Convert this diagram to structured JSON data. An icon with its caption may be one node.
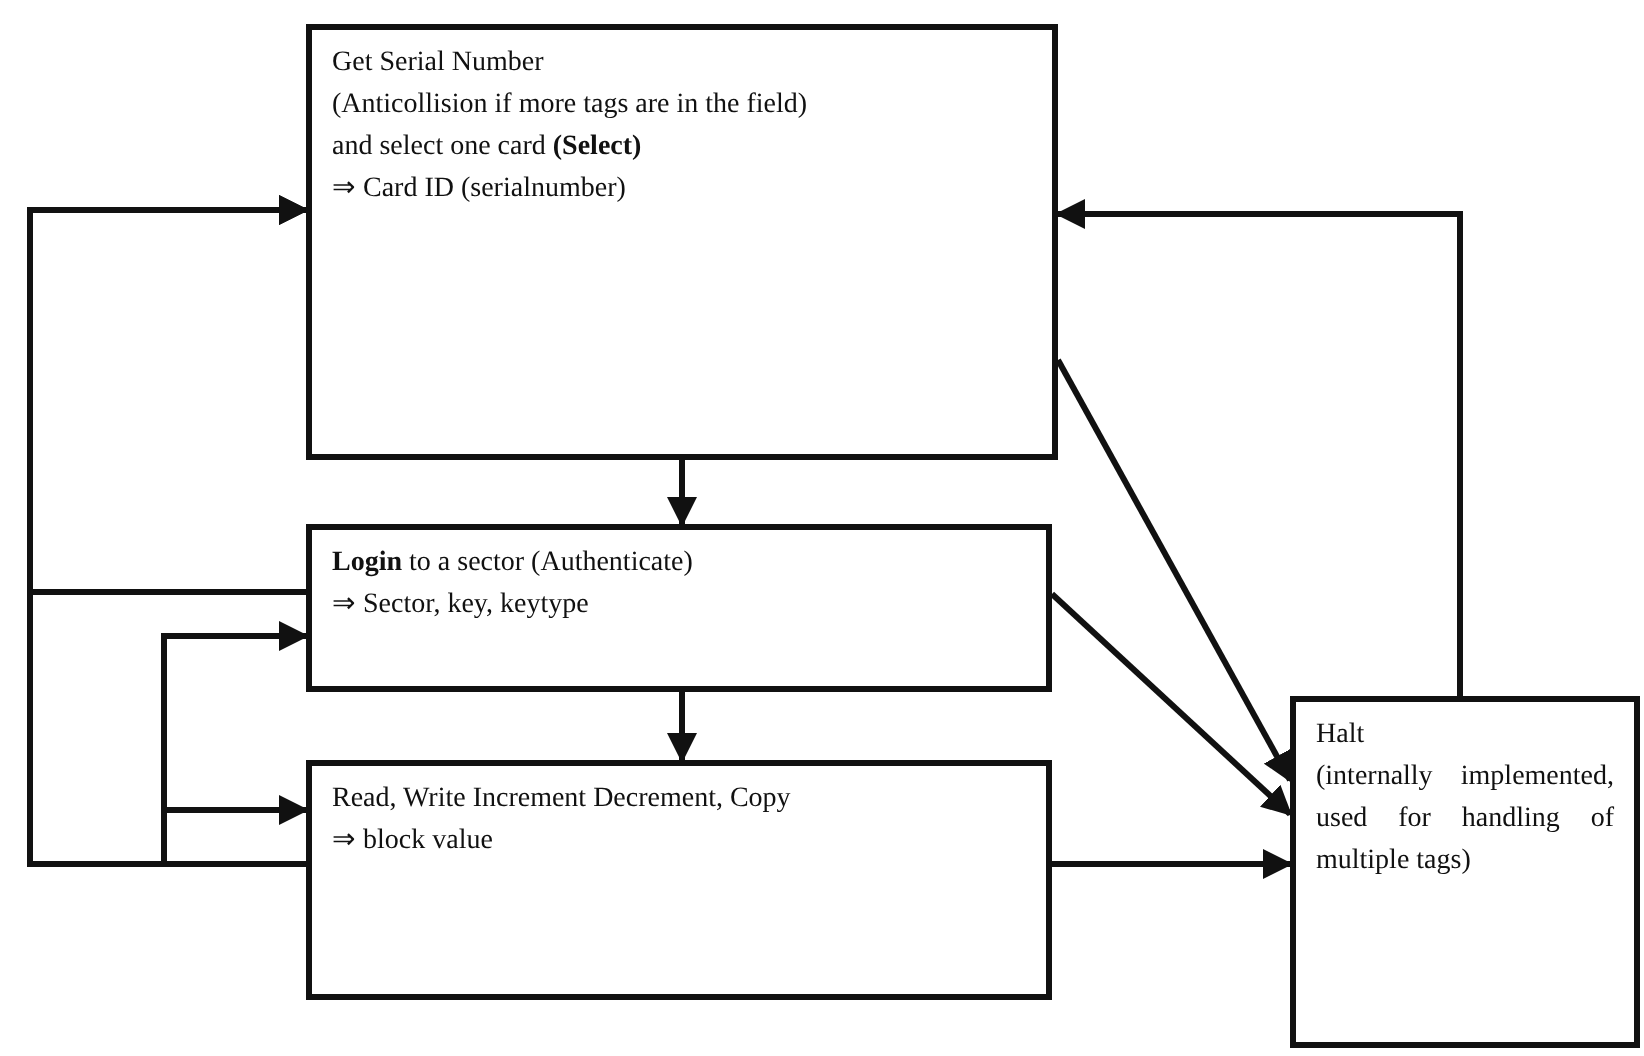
{
  "diagram": {
    "nodes": [
      {
        "text": [
          "Get Serial Number",
          "(Anticollision if more tags are in the field)",
          "and select one card **(Select)**",
          "⇒ Card ID (serialnumber)"
        ]
      },
      {
        "text": [
          "**Login** to a sector (Authenticate)",
          "⇒ Sector, key, keytype"
        ]
      },
      {
        "text": [
          "Read, Write Increment Decrement, Copy",
          "⇒ block value"
        ]
      },
      {
        "text": [
          "Halt",
          "(internally implemented, used for handling of multiple tags)"
        ]
      }
    ],
    "edges": [
      {
        "from": 0,
        "to": 1,
        "arrow": "to"
      },
      {
        "from": 1,
        "to": 2,
        "arrow": "to"
      },
      {
        "from": 1,
        "to": 0,
        "arrow": "to"
      },
      {
        "from": 2,
        "to": 0,
        "arrow": "to"
      },
      {
        "from": 2,
        "to": 1,
        "arrow": "to"
      },
      {
        "from": 2,
        "to": 2,
        "arrow": "to"
      },
      {
        "from": 0,
        "to": 3,
        "arrow": "to"
      },
      {
        "from": 1,
        "to": 3,
        "arrow": "to"
      },
      {
        "from": 2,
        "to": 3,
        "arrow": "to"
      },
      {
        "from": 3,
        "to": 0,
        "arrow": "to"
      }
    ]
  }
}
